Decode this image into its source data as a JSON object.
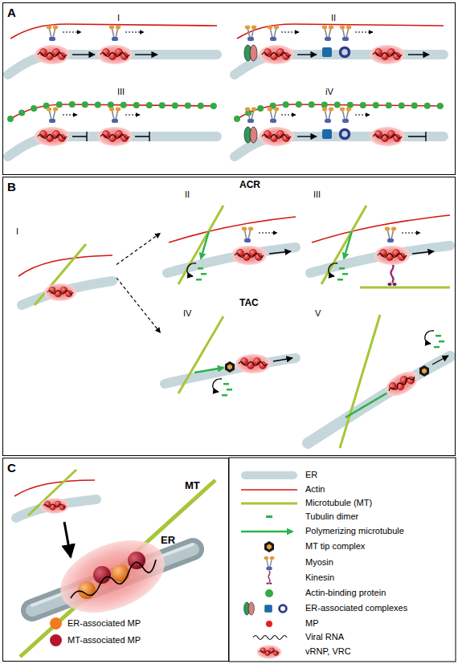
{
  "diagram": {
    "nodes": [
      {
        "text": [
          "A"
        ]
      },
      {
        "text": [
          "I"
        ],
        "in": 0
      },
      {
        "text": [
          "II"
        ],
        "in": 0
      },
      {
        "text": [
          "III"
        ],
        "in": 0
      },
      {
        "text": [
          "iV"
        ],
        "in": 0
      },
      {
        "text": [
          "B"
        ]
      },
      {
        "text": [
          "I"
        ],
        "in": 5
      },
      {
        "text": [
          "II"
        ],
        "in": 5
      },
      {
        "text": [
          "III"
        ],
        "in": 5
      },
      {
        "text": [
          "IV"
        ],
        "in": 5
      },
      {
        "text": [
          "V"
        ],
        "in": 5
      },
      {
        "text": [
          "C"
        ]
      }
    ],
    "edges": [
      {
        "from": 6,
        "to": 7,
        "arrow": "to"
      },
      {
        "from": 6,
        "to": 9,
        "arrow": "to"
      }
    ],
    "labels": [
      "ACR",
      "TAC",
      "MT",
      "ER"
    ],
    "legend": [
      {
        "text": "ER",
        "color": "#c6d7dc"
      },
      {
        "text": "Actin"
      },
      {
        "text": "Microtubule (MT)"
      },
      {
        "text": "Tubulin dimer"
      },
      {
        "text": "Polymerizing microtubule"
      },
      {
        "text": "MT tip complex"
      },
      {
        "text": "Myosin"
      },
      {
        "text": "Kinesin"
      },
      {
        "text": "Actin-binding protein",
        "color": "#33aa44"
      },
      {
        "text": "ER-associated complexes"
      },
      {
        "text": "MP",
        "color": "#e02020"
      },
      {
        "text": "Viral RNA"
      },
      {
        "text": "vRNP, VRC"
      },
      {
        "text": "ER-associated MP",
        "color": "#f07a1e"
      },
      {
        "text": "MT-associated MP",
        "color": "#b3182c"
      }
    ]
  }
}
